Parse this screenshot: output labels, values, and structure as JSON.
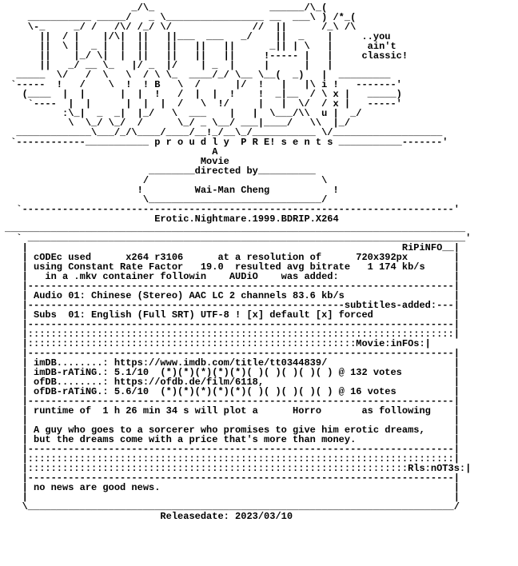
{
  "nfo": {
    "lines": [
      "                      _/\\_                    ______/\\_(",
      "    ___________ _____/   _ \\_________________ __  ___\\ ) /*_(",
      "    \\-_     _/ /   /\\/ /_/ \\/              //  ||      /_\\ /\\",
      "      ||  / |    |/\\|  ||   ||___  ___   _/    ||  _    |     ..you",
      "      ||  \\ |  _ |  |  ||   ||   ||   ||      _|| | \\   |      ain't",
      "      ||    |_/ \\|  |  ||   ||   ||   ||     !----- |   |     classic!",
      "      ||   _/ __ \\_   |/ _  |/    | _  |     |      |   |",
      "  _____  \\/   /  \\   \\  / \\ \\_  ____/_/ \\__ \\__(  _)   |  _________",
      " `-----  !   /    \\  !  ! B   \\  /      |/  !   |   |\\ i !   -------'",
      "   (____  |  |      |  |  !   /  |  |  !    !  _|__  / \\ x |   _____)",
      "    `----  |  |      |  |  |  /   \\  !/     |   |  \\/  / x |   -----'",
      "          :\\_|  _  _|  |_/   \\  ___    |   |  \\___/\\\\  u |  _/",
      "           \\  \\_/ \\_/  /      \\_/ _ \\__/ ___|____/   \\\\  |_/",
      "  _____________\\___/_/\\____/____/__!_/__\\_/___________ \\/___________________",
      " `------------___________ p r o u d l y  P R E! s e n t s ___________-------'",
      "                                    A",
      "                                  Movie",
      "                         ________directed by__________",
      "                        /                              \\",
      "                       !         Wai-Man Cheng           !",
      "                        \\______________________________/",
      "  `---------------------------------------------------------------------------'",
      "                          Erotic.Nightmare.1999.BDRIP.X264",
      "________________________________________________________________________________",
      "  ` ____________________________________________________________________________'",
      "   |                                                                 RiPiNFO__|",
      "   | cODEc used      x264 r3106      at a resolution of      720x392px        |",
      "   | using Constant Rate Factor   19.0  resulted avg bitrate   1 174 kb/s     |",
      "   |   in a .mkv container followin    AUDiO    was added:                    |",
      "   |--------------------------------------------------------------------------|",
      "   | Audio 01: Chinese (Stereo) AAC LC 2 channels 83.6 kb/s                   |",
      "   |-------------------------------------------------------subtitles-added:---|",
      "   | Subs  01: English (Full SRT) UTF-8 ! [x] default [x] forced              |",
      "   |--------------------------------------------------------------------------|",
      "   |::::::::::::::::::::::::::::::::::::::::::::::::::::::::::::::::::::::::::|",
      "   |:::::::::::::::::::::::::::::::::::::::::::::::::::::::::Movie:inFOs:|",
      "   |--------------------------------------------------------------------------|",
      "   | imDB........: https://www.imdb.com/title/tt0344839/                      |",
      "   | imDB-rATiNG.: 5.1/10  (*)(*)(*)(*)(*)( )( )( )( )( ) @ 132 votes         |",
      "   | ofDB........: https://ofdb.de/film/6118,                                 |",
      "   | ofDB-rATiNG.: 5.6/10  (*)(*)(*)(*)(*)( )( )( )( )( ) @ 16 votes          |",
      "   |--------------------------------------------------------------------------|",
      "   | runtime of  1 h 26 min 34 s will plot a      Horro       as following    |",
      "   |                                                                          |",
      "   | A guy who goes to a sorcerer who promises to give him erotic dreams,     |",
      "   | but the dreams come with a price that's more than money.                 |",
      "   |--------------------------------------------------------------------------|",
      "   |::::::::::::::::::::::::::::::::::::::::::::::::::::::::::::::::::::::::::|",
      "   |::::::::::::::::::::::::::::::::::::::::::::::::::::::::::::::::::Rls:nOT3s:|",
      "   |--------------------------------------------------------------------------|",
      "   | no news are good news.                                                   |",
      "   |                                                                          |",
      "   \\__________________________________________________________________________/",
      "                           Releasedate: 2023/03/10"
    ]
  }
}
